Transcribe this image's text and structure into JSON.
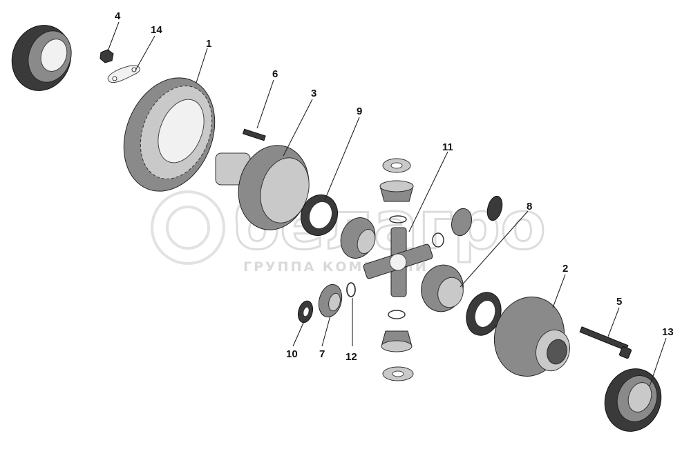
{
  "watermark": {
    "logo_text": "белагро",
    "subtitle": "ГРУППА КОМПАНИЙ"
  },
  "callouts": [
    {
      "id": "4",
      "label": "4"
    },
    {
      "id": "14",
      "label": "14"
    },
    {
      "id": "1",
      "label": "1"
    },
    {
      "id": "6",
      "label": "6"
    },
    {
      "id": "3",
      "label": "3"
    },
    {
      "id": "9",
      "label": "9"
    },
    {
      "id": "11",
      "label": "11"
    },
    {
      "id": "8",
      "label": "8"
    },
    {
      "id": "2",
      "label": "2"
    },
    {
      "id": "5",
      "label": "5"
    },
    {
      "id": "13",
      "label": "13"
    },
    {
      "id": "10",
      "label": "10"
    },
    {
      "id": "7",
      "label": "7"
    },
    {
      "id": "12",
      "label": "12"
    }
  ],
  "colors": {
    "ink": "#111111",
    "watermark": "#d9d9d9",
    "background": "#ffffff"
  }
}
